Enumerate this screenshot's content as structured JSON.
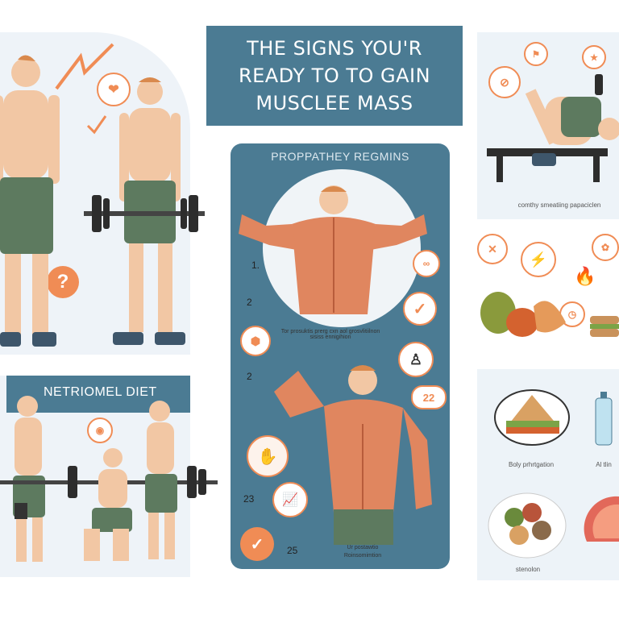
{
  "title": {
    "line1": "THE SIGNS YOU'R",
    "line2": "READY TO TO GAIN",
    "line3": "MUSCLEE MASS"
  },
  "diet_tag": "NETRIOMEL DIET",
  "center": {
    "heading": "PROPPATHEY REGMINS",
    "steps": [
      "1.",
      "2",
      "2",
      "23",
      "25"
    ],
    "badge_number": "22",
    "caption_middle": "Tor prosuktis prerg cxn aol grosvlitiilnon sisiss ennigihion",
    "caption_bottom_line1": "Ur postawtio",
    "caption_bottom_line2": "Roinsomimtion"
  },
  "right": {
    "caption_top": "comthy smeatiing papaciclen",
    "caption_mid_left": "Boly prhrtgation",
    "caption_mid_right": "Al tlin",
    "caption_bottom": "stenolon"
  },
  "colors": {
    "accent": "#f08c55",
    "banner": "#4b7b93",
    "shorts": "#5d7a5f",
    "skin": "#f2c7a4"
  }
}
